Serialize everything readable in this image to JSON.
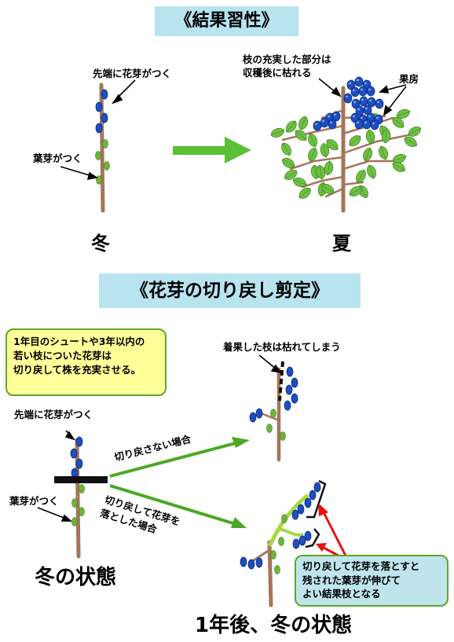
{
  "sections": {
    "habit": {
      "title": "《結果習性》",
      "winter": {
        "caption": "冬",
        "tip_label": "先端に花芽がつく",
        "leaf_label": "葉芽がつく"
      },
      "summer": {
        "caption": "夏",
        "withered_label_line1": "枝の充実した部分は",
        "withered_label_line2": "収穫後に枯れる",
        "cluster_label": "果房"
      }
    },
    "pruning": {
      "title": "《花芽の切り戻し剪定》",
      "note_line1": "1年目のシュートや3年以内の",
      "note_line2": "若い枝についた花芽は",
      "note_line3": "切り戻して株を充実させる。",
      "winter": {
        "caption": "冬の状態",
        "tip_label": "先端に花芽がつく",
        "leaf_label": "葉芽がつく"
      },
      "no_cut_label": "切り戻さない場合",
      "cut_label_line1": "切り戻して花芽を",
      "cut_label_line2": "落とした場合",
      "fruited_label": "着果した枝は枯れてしまう",
      "result_caption": "1年後、冬の状態",
      "result_note_line1": "切り戻して花芽を落とすと",
      "result_note_line2": "残された葉芽が伸びて",
      "result_note_line3": "よい結果枝となる"
    }
  },
  "colors": {
    "banner_bg": "#b8e4f0",
    "branch_brown": "#a5755a",
    "leaf_green": "#6fb43a",
    "berry_blue": "#1d4fbf",
    "arrow_green": "#4aa825",
    "arrow_red": "#e81010",
    "note_yellow": "#ffff99",
    "note_blue": "#c0e4ec",
    "shoot_light_green": "#a6d84a"
  },
  "icons": [
    "berry-icon",
    "leaf-icon",
    "green-arrow-icon",
    "red-arrow-icon",
    "cut-bar-icon"
  ]
}
